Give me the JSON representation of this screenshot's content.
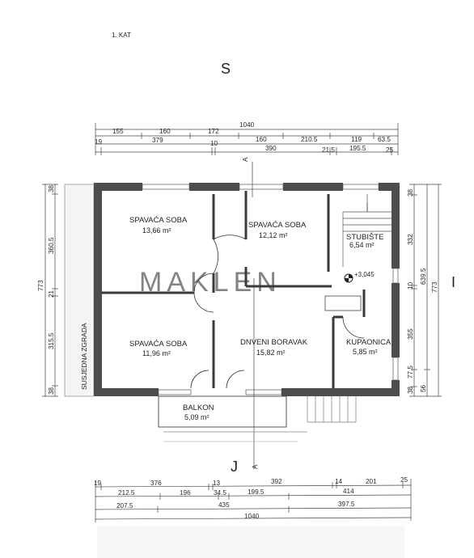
{
  "plan": {
    "floor_label": "1. KAT",
    "compass": {
      "north": "S",
      "south": "J",
      "east": "I"
    },
    "section_marker": "A",
    "neighbor_label": "SUSJEDNA ZGRADA",
    "level_mark": "+3,045",
    "rooms": [
      {
        "name": "SPAVAĆA SOBA",
        "area": "13,66 m²"
      },
      {
        "name": "SPAVAĆA SOBA",
        "area": "12,12 m²"
      },
      {
        "name": "STUBIŠTE",
        "area": "6,54 m²"
      },
      {
        "name": "SPAVAĆA SOBA",
        "area": "11,96 m²"
      },
      {
        "name": "DNVENI BORAVAK",
        "area": "15,82 m²"
      },
      {
        "name": "KUPAONICA",
        "area": "5,85 m²"
      },
      {
        "name": "BALKON",
        "area": "5,09 m²"
      }
    ],
    "dimensions": {
      "top_total": "1040",
      "top_row1": [
        "155",
        "160",
        "172",
        "160",
        "210.5",
        "119",
        "63.5"
      ],
      "top_row2": [
        "19",
        "379",
        "10",
        "390",
        "21.5",
        "195.5",
        "25"
      ],
      "left_total": "773",
      "left_parts": [
        "38",
        "360.5",
        "21",
        "315.5",
        "38"
      ],
      "right_row1": [
        "38",
        "332",
        "10",
        "355",
        "77.5",
        "38",
        "56"
      ],
      "right_row2": [
        "639.5"
      ],
      "right_total": "773",
      "bottom_row1": [
        "19",
        "376",
        "13",
        "392",
        "14",
        "201",
        "25"
      ],
      "bottom_row2": [
        "212.5",
        "196",
        "34.5",
        "199.5",
        "414"
      ],
      "bottom_row3": [
        "207.5",
        "435",
        "397.5"
      ],
      "bottom_total": "1040"
    },
    "watermark": "MAKLEN"
  }
}
